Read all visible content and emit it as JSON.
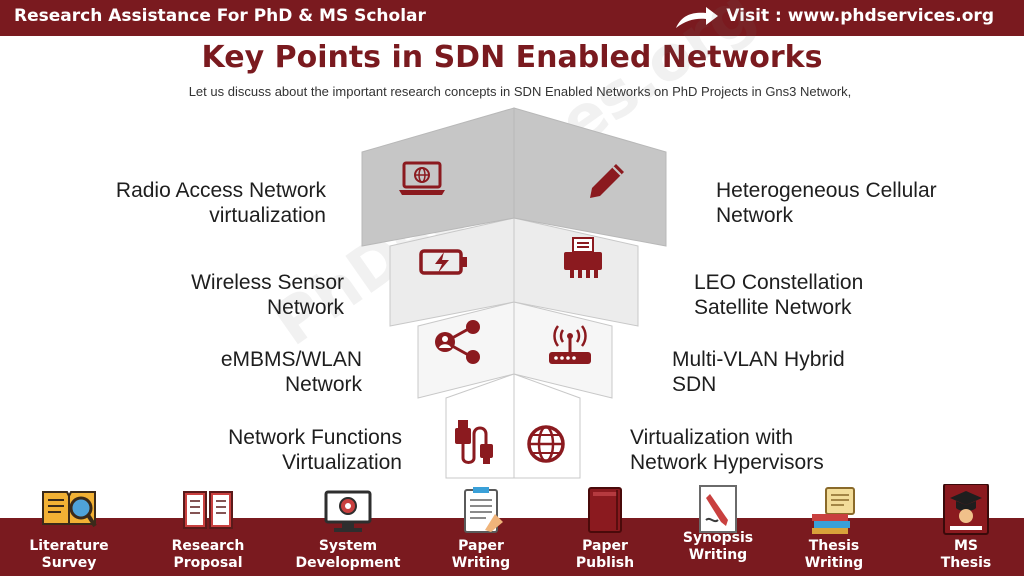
{
  "header": {
    "brand": "Research Assistance For PhD & MS Scholar",
    "visit": "Visit : www.phdservices.org"
  },
  "title": "Key Points in SDN Enabled Networks",
  "subtitle": "Let us discuss about the important research concepts in SDN Enabled Networks on PhD Projects in Gns3 Network,",
  "watermark": "PhDservices.org",
  "left_points": [
    {
      "line1": "Radio Access Network",
      "line2": "virtualization",
      "icon": "laptop-globe-icon"
    },
    {
      "line1": "Wireless Sensor",
      "line2": "Network",
      "icon": "battery-charging-icon"
    },
    {
      "line1": "eMBMS/WLAN",
      "line2": "Network",
      "icon": "share-network-icon"
    },
    {
      "line1": "Network Functions",
      "line2": "Virtualization",
      "icon": "usb-cable-icon"
    }
  ],
  "right_points": [
    {
      "line1": "Heterogeneous Cellular",
      "line2": "Network",
      "icon": "pencil-icon"
    },
    {
      "line1": "LEO Constellation",
      "line2": "Satellite Network",
      "icon": "fax-printer-icon"
    },
    {
      "line1": "Multi-VLAN Hybrid",
      "line2": "SDN",
      "icon": "wifi-router-icon"
    },
    {
      "line1": "Virtualization with",
      "line2": "Network Hypervisors",
      "icon": "globe-icon"
    }
  ],
  "bottom_nav": [
    {
      "line1": "Literature",
      "line2": "Survey",
      "icon": "literature-survey-icon"
    },
    {
      "line1": "Research",
      "line2": "Proposal",
      "icon": "open-book-icon"
    },
    {
      "line1": "System",
      "line2": "Development",
      "icon": "computer-gear-icon"
    },
    {
      "line1": "Paper",
      "line2": "Writing",
      "icon": "clipboard-writing-icon"
    },
    {
      "line1": "Paper",
      "line2": "Publish",
      "icon": "book-icon"
    },
    {
      "line1": "Synopsis",
      "line2": "Writing",
      "icon": "pen-paper-icon"
    },
    {
      "line1": "Thesis",
      "line2": "Writing",
      "icon": "scroll-books-icon"
    },
    {
      "line1": "MS",
      "line2": "Thesis",
      "icon": "graduate-book-icon"
    }
  ],
  "colors": {
    "brand": "#7a1a1f",
    "icon": "#8b1a1f",
    "panel_dark": "#c6c6c6",
    "panel_light": "#f1f1f1"
  }
}
